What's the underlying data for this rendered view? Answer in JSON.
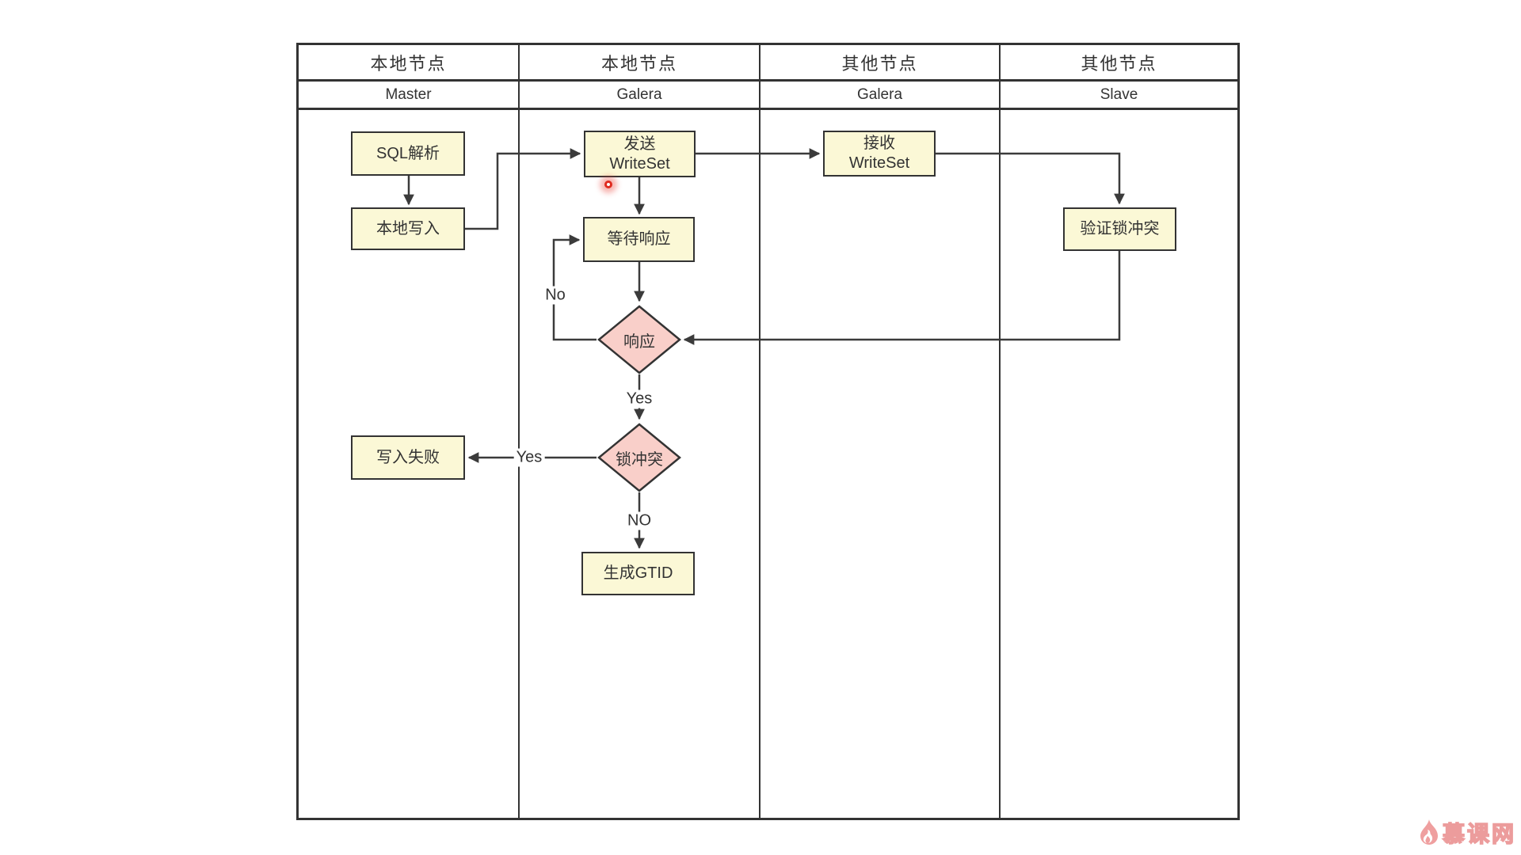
{
  "lanes": [
    {
      "group": "本地节点",
      "role": "Master"
    },
    {
      "group": "本地节点",
      "role": "Galera"
    },
    {
      "group": "其他节点",
      "role": "Galera"
    },
    {
      "group": "其他节点",
      "role": "Slave"
    }
  ],
  "nodes": {
    "sql_parse": "SQL解析",
    "local_write": "本地写入",
    "send_writeset_line1": "发送",
    "send_writeset_line2": "WriteSet",
    "recv_writeset_line1": "接收",
    "recv_writeset_line2": "WriteSet",
    "verify_lock": "验证锁冲突",
    "wait_response": "等待响应",
    "response": "响应",
    "lock_conflict": "锁冲突",
    "write_fail": "写入失败",
    "gen_gtid": "生成GTID"
  },
  "edge_labels": {
    "response_no": "No",
    "response_yes": "Yes",
    "lock_yes": "Yes",
    "lock_no": "NO"
  },
  "watermark": {
    "site": "慕课网"
  },
  "colors": {
    "process_fill": "#fbf8d6",
    "decision_fill": "#f9cfc9",
    "shape_border": "#333333",
    "connector_line": "#3b3b3b",
    "click_dot": "#df2b1f",
    "watermark_pink": "#ec9c9c"
  }
}
